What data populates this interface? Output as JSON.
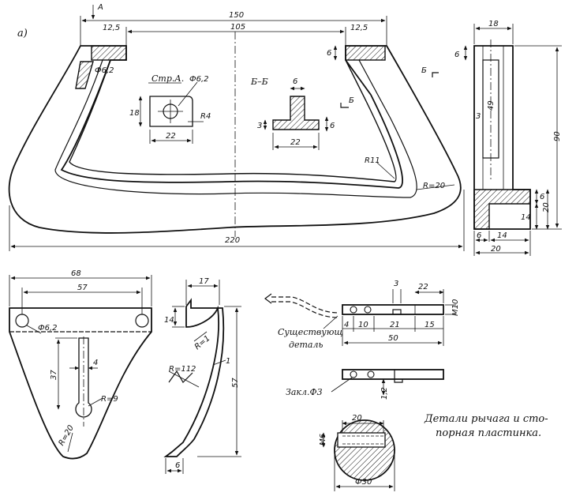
{
  "figure_label": "а)",
  "view_arrow_label": "А",
  "section_arrow_label": "Б",
  "frame": {
    "d150": "150",
    "d105": "105",
    "d12_5_left": "12,5",
    "d12_5_right": "12,5",
    "d6_top": "6",
    "hole_label": "Ф6,2",
    "r11": "R11",
    "r20": "R=20",
    "d220": "220"
  },
  "detail_a": {
    "title": "Стр.А.",
    "hole": "Ф6,2",
    "radius": "R4",
    "height": "18",
    "width": "22"
  },
  "section_bb": {
    "title": "Б–Б",
    "d6_top": "6",
    "d3": "3",
    "d6_right": "6",
    "d22": "22"
  },
  "side_view": {
    "d18": "18",
    "d6_top": "6",
    "d49": "49",
    "d3": "3",
    "d90": "90",
    "d6_right": "6",
    "d14": "14",
    "d20_right": "20",
    "d6_bottom": "6",
    "d14_bottom": "14",
    "d20_bottom": "20"
  },
  "plate": {
    "d68": "68",
    "d57": "57",
    "hole": "Ф6,2",
    "d4": "4",
    "d37": "37",
    "r9": "R=9",
    "r20": "R=20"
  },
  "spring": {
    "d17": "17",
    "d14": "14",
    "r1": "R=1",
    "r112": "R=112",
    "d1": "1",
    "d57": "57",
    "d6": "6"
  },
  "lever": {
    "existing_part_1": "Существующ",
    "existing_part_2": "деталь",
    "d3": "3",
    "d22": "22",
    "m10": "М10",
    "d4": "4",
    "d10": "10",
    "d21": "21",
    "d15": "15",
    "d50": "50",
    "rivet": "Закл.Ф3",
    "d1_2": "1,2"
  },
  "round_section": {
    "d20": "20",
    "m6": "М6",
    "d30": "Ф30"
  },
  "caption_line1": "Детали рычага и сто-",
  "caption_line2": "порная пластинка."
}
